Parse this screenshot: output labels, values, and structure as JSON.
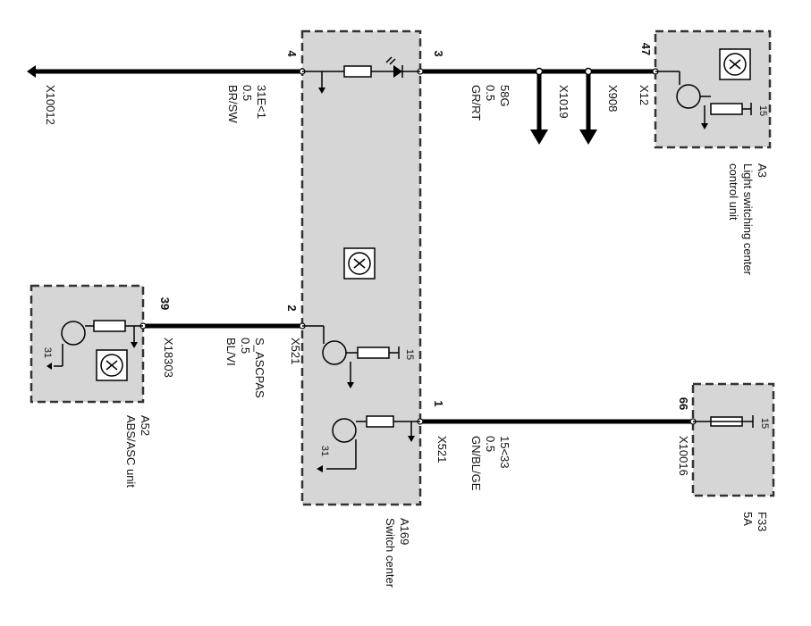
{
  "components": {
    "a3": {
      "ref": "A3",
      "name_line1": "Light switching center",
      "name_line2": "control unit",
      "pin": "47",
      "connector": "X12",
      "supply": "15"
    },
    "a52": {
      "ref": "A52",
      "name": "ABS/ASC unit",
      "pin": "39",
      "connector": "X18303",
      "ground": "31"
    },
    "a169": {
      "ref": "A169",
      "name": "Switch center",
      "pin4": "4",
      "pin3": "3",
      "pin2": "2",
      "pin1": "1",
      "connector_pin2": "X521",
      "connector_pin1": "X521",
      "supply_upper": "15",
      "ground_lower": "31"
    },
    "f33": {
      "ref": "F33",
      "rating": "5A",
      "pin": "66",
      "connector": "X10016",
      "supply": "15"
    }
  },
  "wires": {
    "w4": {
      "signal": "31E<1",
      "gauge": "0.5",
      "color": "BR/SW"
    },
    "w3": {
      "signal": "58G",
      "gauge": "0.5",
      "color": "GR/RT"
    },
    "w2": {
      "signal": "S_ASCPAS",
      "gauge": "0.5",
      "color": "BL/VI"
    },
    "w1": {
      "signal": "15<33",
      "gauge": "0.5",
      "color": "GN/BL/GE"
    }
  },
  "connectors": {
    "ground_end": "X10012",
    "branch1": "X1019",
    "branch2": "X908"
  }
}
